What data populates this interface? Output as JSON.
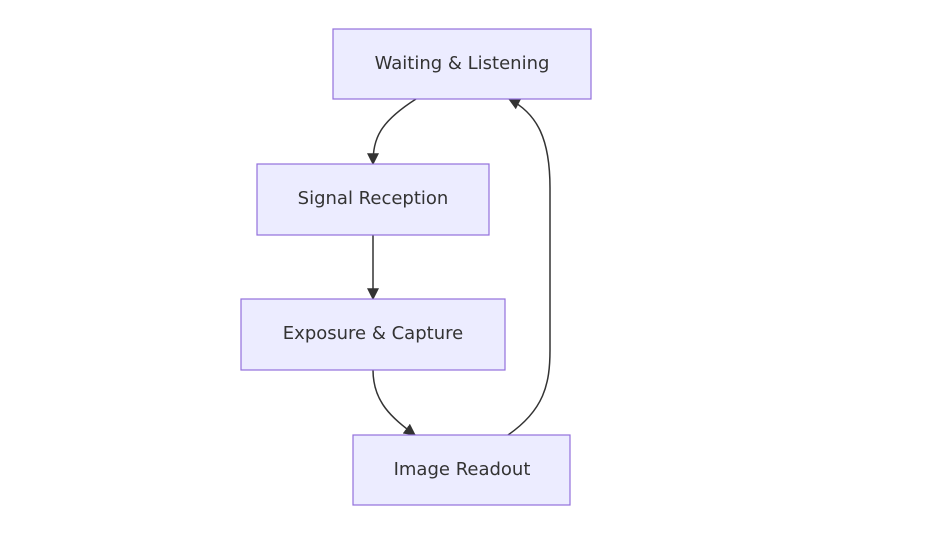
{
  "diagram": {
    "type": "flowchart",
    "colors": {
      "node_fill": "#ECECFF",
      "node_stroke": "#9370DB",
      "edge": "#333333",
      "text": "#333333",
      "background": "#FFFFFF"
    },
    "nodes": [
      {
        "id": "waiting",
        "label": "Waiting & Listening"
      },
      {
        "id": "signal",
        "label": "Signal Reception"
      },
      {
        "id": "exposure",
        "label": "Exposure & Capture"
      },
      {
        "id": "readout",
        "label": "Image Readout"
      }
    ],
    "edges": [
      {
        "from": "waiting",
        "to": "signal"
      },
      {
        "from": "signal",
        "to": "exposure"
      },
      {
        "from": "exposure",
        "to": "readout"
      },
      {
        "from": "readout",
        "to": "waiting"
      }
    ]
  }
}
